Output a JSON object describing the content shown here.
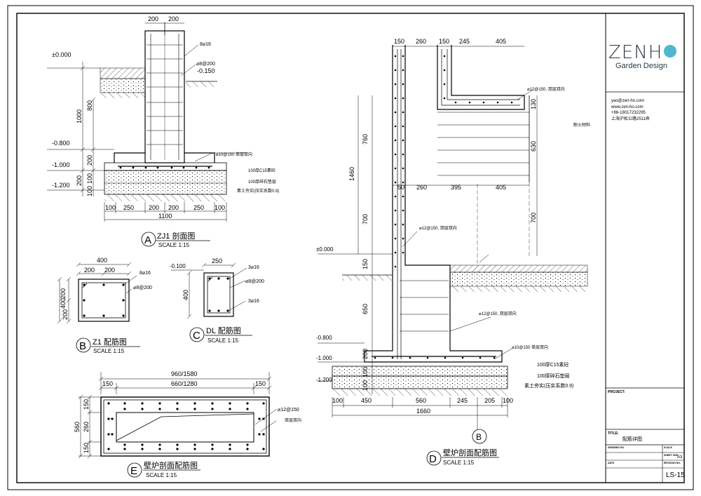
{
  "brand": {
    "name_left": "ZEN",
    "name_right": "H",
    "subtitle": "Garden Design",
    "accent": "#4fb7cf"
  },
  "contact": {
    "email": "yao@zen-ho.com",
    "web": "www.zen-ho.com",
    "phone": "+86-18017232295",
    "address": "上海沪松公路2511弄"
  },
  "titleblock": {
    "project_label": "PROJECT:",
    "title_label": "TITLE:",
    "title_value": "配筋详图",
    "drawing_no_label": "DRAWING NO.",
    "scale_label": "SCALE",
    "sheet_size_label": "SHEET SIZE",
    "sheet_size_value": "A3",
    "date_label": "DATE",
    "revision_label": "REVISION NO.",
    "sheet_no": "LS-15"
  },
  "views": {
    "A": {
      "letter": "A",
      "title": "ZJ1 剖面图",
      "scale": "SCALE      1:15"
    },
    "B": {
      "letter": "B",
      "title": "Z1 配筋图",
      "scale": "SCALE      1:15"
    },
    "C": {
      "letter": "C",
      "title": "DL 配筋图",
      "scale": "SCALE      1:15"
    },
    "D": {
      "letter": "D",
      "title": "壁炉剖面配筋图",
      "scale": "SCALE           1:15",
      "ref": "B"
    },
    "E": {
      "letter": "E",
      "title": "壁炉剖面配筋图",
      "scale": "SCALE           1:15"
    }
  },
  "A": {
    "top_dims": [
      "200",
      "200"
    ],
    "elev": [
      "±0.000",
      "-0.800",
      "-1.000",
      "-1.200",
      "-0.150"
    ],
    "vdims": [
      "1000",
      "800",
      "200",
      "200",
      "100",
      "100"
    ],
    "notes": [
      "8⌀16",
      "⌀8@200",
      "⌀10@150  单层双向",
      "100厚C15素砼",
      "100厚碎石垫层",
      "素土夯实(压实系数0.9)"
    ],
    "bottom_dims": [
      "100",
      "250",
      "200",
      "200",
      "250",
      "100"
    ],
    "total": "1100"
  },
  "B": {
    "top_total": "400",
    "top_dims": [
      "200",
      "200"
    ],
    "left_total": "400",
    "left_dims": [
      "200",
      "200"
    ],
    "notes": [
      "8⌀16",
      "⌀8@200"
    ]
  },
  "C": {
    "elev": "-0.100",
    "top_dim": "250",
    "left_dim": "400",
    "notes": [
      "3⌀16",
      "⌀8@200",
      "3⌀16"
    ]
  },
  "D": {
    "top_dims": [
      "150",
      "260",
      "150",
      "245",
      "405"
    ],
    "mid_dims": [
      "50",
      "260",
      "395",
      "405"
    ],
    "vdims": [
      "1460",
      "760",
      "700",
      "150",
      "650",
      "200",
      "100",
      "100",
      "130",
      "630",
      "700"
    ],
    "elev": [
      "±0.000",
      "-0.800",
      "-1.000",
      "-1.200"
    ],
    "notes": [
      "⌀12@150, 双层双向",
      "耐火材料",
      "⌀12@150, 双层双向",
      "⌀12@150, 双层双向",
      "⌀10@150  单层双向",
      "100厚C15素砼",
      "100厚碎石垫层",
      "素土夯实(压实系数0.9)"
    ],
    "bottom_dims": [
      "100",
      "450",
      "560",
      "245",
      "205",
      "100"
    ],
    "total": "1660"
  },
  "E": {
    "top_total": "960/1580",
    "top_dims": [
      "150",
      "660/1280",
      "150"
    ],
    "left_total": "560",
    "left_dims": [
      "150",
      "260",
      "150"
    ],
    "notes": [
      "⌀12@150",
      "双层双向"
    ]
  }
}
